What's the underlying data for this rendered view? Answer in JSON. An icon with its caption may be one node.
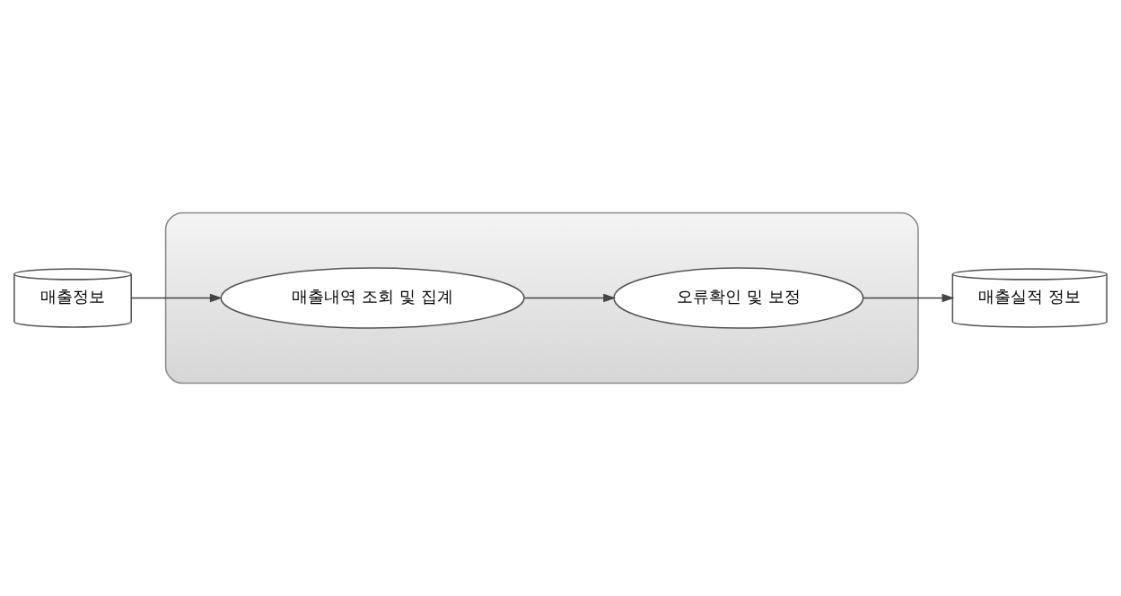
{
  "diagram": {
    "nodes": [
      {
        "text": [
          "매출정보"
        ]
      },
      {
        "text": [],
        "shape": "box"
      },
      {
        "text": [
          "매출내역 조회 및 집계"
        ],
        "in": 1
      },
      {
        "text": [
          "오류확인 및 보정"
        ],
        "in": 1
      },
      {
        "text": [
          "매출실적 정보"
        ]
      }
    ],
    "edges": [
      {
        "from": 0,
        "to": 2,
        "arrow": "to"
      },
      {
        "from": 2,
        "to": 3,
        "arrow": "to"
      },
      {
        "from": 3,
        "to": 4,
        "arrow": "to"
      }
    ]
  }
}
